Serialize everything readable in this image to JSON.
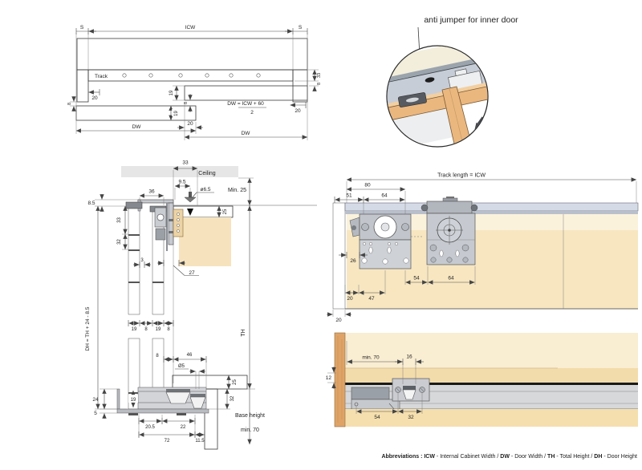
{
  "colors": {
    "panel": "#f2d7a5",
    "panel_light": "#f6e3bd",
    "door": "#eab77f",
    "side_panel": "#dfa367",
    "track": "#d5dbe6",
    "ceiling": "#e6e6e6",
    "metal": "#c7cad0",
    "line": "#4a4a4a"
  },
  "plan_view": {
    "s_left": "S",
    "icw": "ICW",
    "s_right": "S",
    "track": "Track",
    "dim_20_left": "20",
    "dim_8_left": "8",
    "dim_19_inner": "19",
    "dim_8_mid": "8",
    "dim_19_outer": "19",
    "dim_20_overlap": "20",
    "dim_33_track": "33",
    "dim_8_gap": "8",
    "dim_20_right": "20",
    "formula_numerator": "DW = ICW + 60",
    "formula_denominator": "2",
    "dw_left": "DW",
    "dw_right": "DW"
  },
  "detail_view": {
    "title": "anti jumper for inner door"
  },
  "section_view": {
    "dim_33_top": "33",
    "ceiling": "Ceiling",
    "dim_9_5": "9.5",
    "dia_6_5": "ø6.5",
    "min_25": "Min. 25",
    "dim_8_5": "8.5",
    "dim_36": "36",
    "dim_33": "33",
    "dim_32": "32",
    "dim_25_top": "25",
    "dim_3": "3",
    "dim_27": "27",
    "dh_formula": "DH = TH + 24 - 8.5",
    "dim_19_a": "19",
    "dim_8_a": "8",
    "dim_19_b": "19",
    "dim_8_b": "8",
    "th": "TH",
    "dim_8_bottom": "8",
    "dim_46": "46",
    "dia_5": "Ø5",
    "dim_25_bottom": "25",
    "dim_24": "24",
    "dim_19_shoe": "19",
    "dim_5": "5",
    "dim_32_plinth": "32",
    "base_height": "Base height",
    "min_70": "min. 70",
    "dim_20_5": "20.5",
    "dim_22": "22",
    "dim_72": "72",
    "dim_11_5": "11.5"
  },
  "track_view": {
    "title": "Track length = ICW",
    "dim_80": "80",
    "dim_51": "51",
    "dim_64_top": "64",
    "dim_26": "26",
    "dim_20_panel": "20",
    "dim_47": "47",
    "dim_54": "54",
    "dim_64_bottom": "64",
    "dim_20_side": "20"
  },
  "rail_view": {
    "min_70": "min. 70",
    "dim_16": "16",
    "dim_12": "12",
    "dim_54": "54",
    "dim_32": "32"
  },
  "abbreviations": {
    "label_icw": "Abbreviations : ICW",
    "def_icw": " - Internal Cabinet Width / ",
    "label_dw": "DW",
    "def_dw": " - Door Width / ",
    "label_th": "TH",
    "def_th": " - Total Height / ",
    "label_dh": "DH",
    "def_dh": " - Door Height"
  }
}
